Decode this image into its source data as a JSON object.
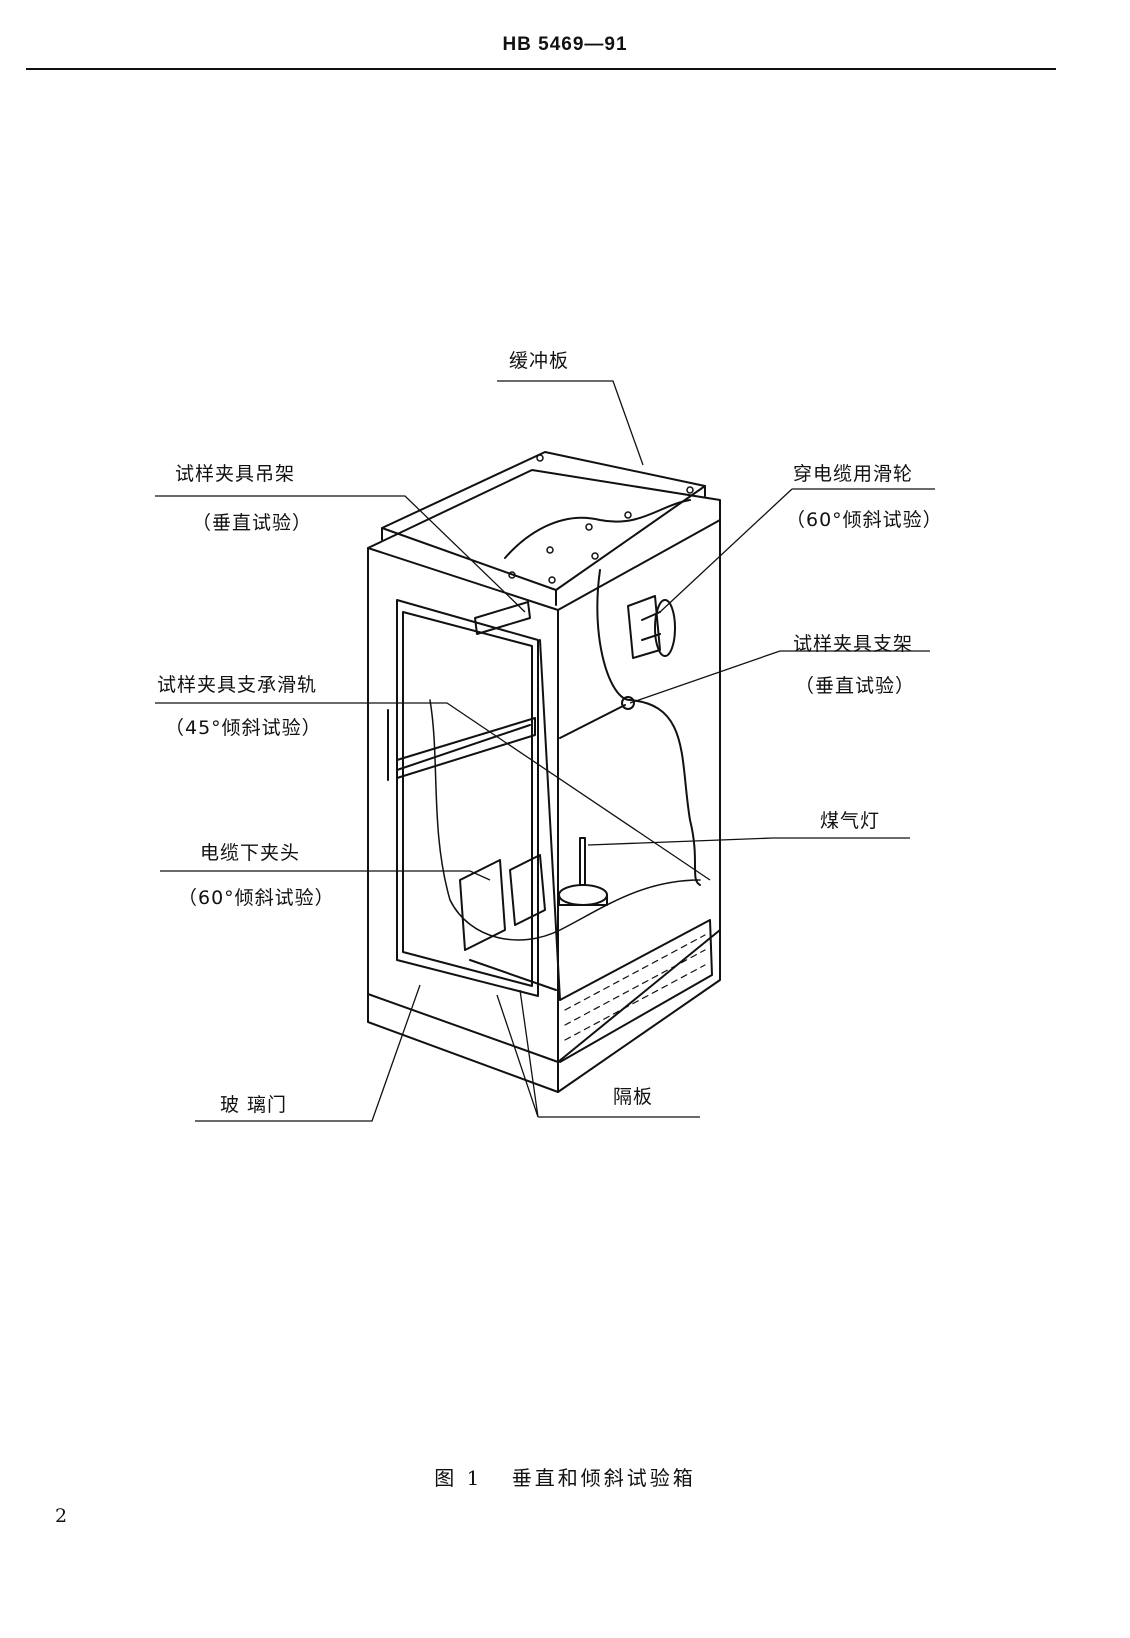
{
  "header": {
    "code": "HB 5469—91"
  },
  "figure": {
    "labels": {
      "buffer_plate": "缓冲板",
      "specimen_clamp_hanger": "试样夹具吊架",
      "specimen_clamp_hanger_note": "（垂直试验）",
      "cable_pulley": "穿电缆用滑轮",
      "cable_pulley_note": "（60°倾斜试验）",
      "clamp_support_rail": "试样夹具支承滑轨",
      "clamp_support_rail_note": "（45°倾斜试验）",
      "clamp_bracket": "试样夹具支架",
      "clamp_bracket_note": "（垂直试验）",
      "gas_burner": "煤气灯",
      "cable_lower_clamp": "电缆下夹头",
      "cable_lower_clamp_note": "（60°倾斜试验）",
      "glass_door": "玻 璃门",
      "partition": "隔板"
    }
  },
  "caption": {
    "number": "图 1",
    "title": "垂直和倾斜试验箱"
  },
  "page_number": "2"
}
